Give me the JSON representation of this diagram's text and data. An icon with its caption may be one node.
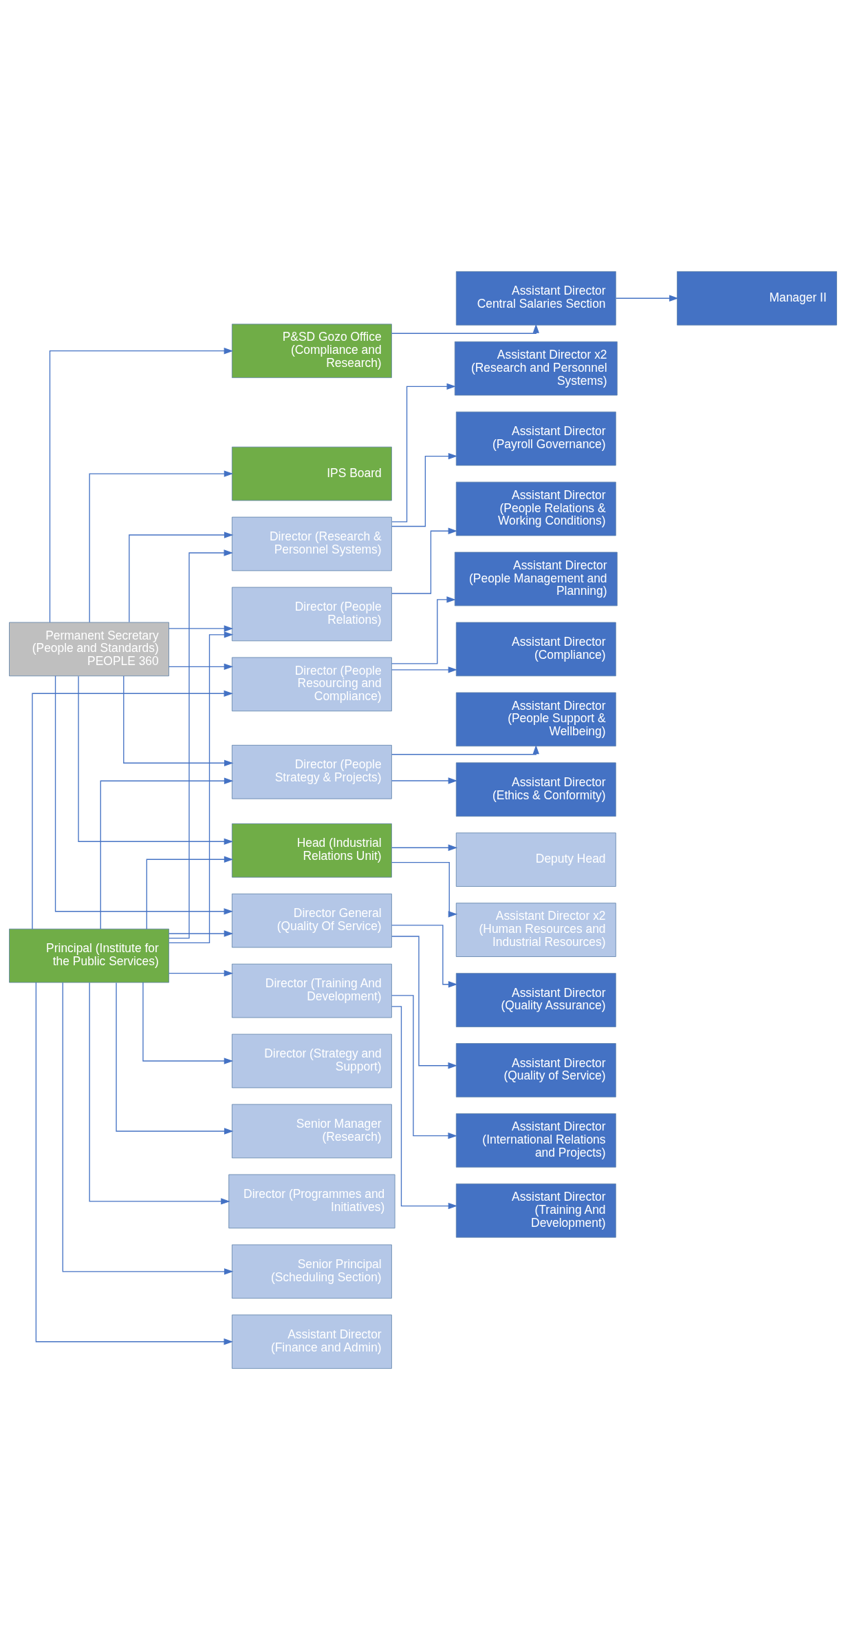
{
  "diagram": {
    "nodes": [
      {
        "text": [
          "Head (Industrial Relations Unit)"
        ]
      },
      {
        "text": [
          "Deputy Head"
        ]
      },
      {
        "text": [
          "Assistant Director x2 (Human Resources and Industrial Resources)"
        ]
      },
      {
        "text": [
          "Manager II"
        ]
      },
      {
        "text": [
          "Assistant Director Central Salaries Section"
        ]
      },
      {
        "text": [
          "P&SD Gozo Office (Compliance and Research)"
        ]
      },
      {
        "text": [
          "Permanent Secretary (People and Standards) PEOPLE 360"
        ]
      },
      {
        "text": [
          "IPS Board"
        ]
      },
      {
        "text": [
          "Director (People Relations)"
        ]
      },
      {
        "text": [
          "Assistant Director (People Relations & Working Conditions)"
        ]
      },
      {
        "text": [
          "Director (People Resourcing and Compliance)"
        ]
      },
      {
        "text": [
          "Assistant Director (Compliance)"
        ]
      },
      {
        "text": [
          "Assistant Director (People Management and Planning)"
        ]
      },
      {
        "text": [
          "Director (People Strategy & Projects)"
        ]
      },
      {
        "text": [
          "Assistant Director (Ethics & Conformity)"
        ]
      },
      {
        "text": [
          "Assistant Director (People Support & Wellbeing)"
        ]
      },
      {
        "text": [
          "Director General (Quality Of Service)"
        ]
      },
      {
        "text": [
          "Assistant Director (Quality of Service)"
        ]
      },
      {
        "text": [
          "Assistant Director (Quality Assurance)"
        ]
      },
      {
        "text": [
          "Director (Research & Personnel Systems)"
        ]
      },
      {
        "text": [
          "Assistant Director x2 (Research and Personnel Systems)"
        ]
      },
      {
        "text": [
          "Assistant Director (Payroll Governance)"
        ]
      },
      {
        "text": [
          "Principal (Institute for the Public Services)"
        ]
      },
      {
        "text": [
          "Director (Training And Development)"
        ]
      },
      {
        "text": [
          "Assistant Director (International Relations and Projects)"
        ]
      },
      {
        "text": [
          "Assistant Director (Training And Development)"
        ]
      },
      {
        "text": [
          "Director (Strategy and Support)"
        ]
      },
      {
        "text": [
          "Senior Manager (Research)"
        ]
      },
      {
        "text": [
          "Director (Programmes and Initiatives)"
        ]
      },
      {
        "text": [
          "Senior Principal (Scheduling Section)"
        ]
      },
      {
        "text": [
          "Assistant Director (Finance and Admin)"
        ]
      }
    ],
    "edges": [
      {
        "from": 22,
        "to": 0,
        "arrow": "to"
      },
      {
        "from": 22,
        "to": 8,
        "arrow": "to"
      },
      {
        "from": 22,
        "to": 10,
        "arrow": "to"
      },
      {
        "from": 22,
        "to": 13,
        "arrow": "to"
      },
      {
        "from": 22,
        "to": 16,
        "arrow": "to"
      },
      {
        "from": 22,
        "to": 19,
        "arrow": "to"
      },
      {
        "from": 6,
        "to": 0,
        "arrow": "to"
      },
      {
        "from": 6,
        "to": 8,
        "arrow": "to"
      },
      {
        "from": 6,
        "to": 10,
        "arrow": "to"
      },
      {
        "from": 6,
        "to": 13,
        "arrow": "to"
      },
      {
        "from": 6,
        "to": 16,
        "arrow": "to"
      },
      {
        "from": 6,
        "to": 19,
        "arrow": "to"
      },
      {
        "from": 0,
        "to": 1,
        "arrow": "to"
      },
      {
        "from": 0,
        "to": 2,
        "arrow": "to"
      },
      {
        "from": 6,
        "to": 5,
        "arrow": "to"
      },
      {
        "from": 5,
        "to": 4,
        "arrow": "to"
      },
      {
        "from": 4,
        "to": 3,
        "arrow": "to"
      },
      {
        "from": 6,
        "to": 7,
        "arrow": "to"
      },
      {
        "from": 8,
        "to": 9,
        "arrow": "to"
      },
      {
        "from": 10,
        "to": 11,
        "arrow": "to"
      },
      {
        "from": 10,
        "to": 12,
        "arrow": "to"
      },
      {
        "from": 13,
        "to": 14,
        "arrow": "to"
      },
      {
        "from": 13,
        "to": 15,
        "arrow": "to"
      },
      {
        "from": 16,
        "to": 17,
        "arrow": "to"
      },
      {
        "from": 16,
        "to": 18,
        "arrow": "to"
      },
      {
        "from": 19,
        "to": 20,
        "arrow": "to"
      },
      {
        "from": 19,
        "to": 21,
        "arrow": "to"
      },
      {
        "from": 22,
        "to": 30,
        "arrow": "to"
      },
      {
        "from": 22,
        "to": 23,
        "arrow": "to"
      },
      {
        "from": 22,
        "to": 26,
        "arrow": "to"
      },
      {
        "from": 22,
        "to": 27,
        "arrow": "to"
      },
      {
        "from": 22,
        "to": 28,
        "arrow": "to"
      },
      {
        "from": 22,
        "to": 29,
        "arrow": "to"
      },
      {
        "from": 23,
        "to": 24,
        "arrow": "to"
      },
      {
        "from": 23,
        "to": 25,
        "arrow": "to"
      }
    ]
  }
}
